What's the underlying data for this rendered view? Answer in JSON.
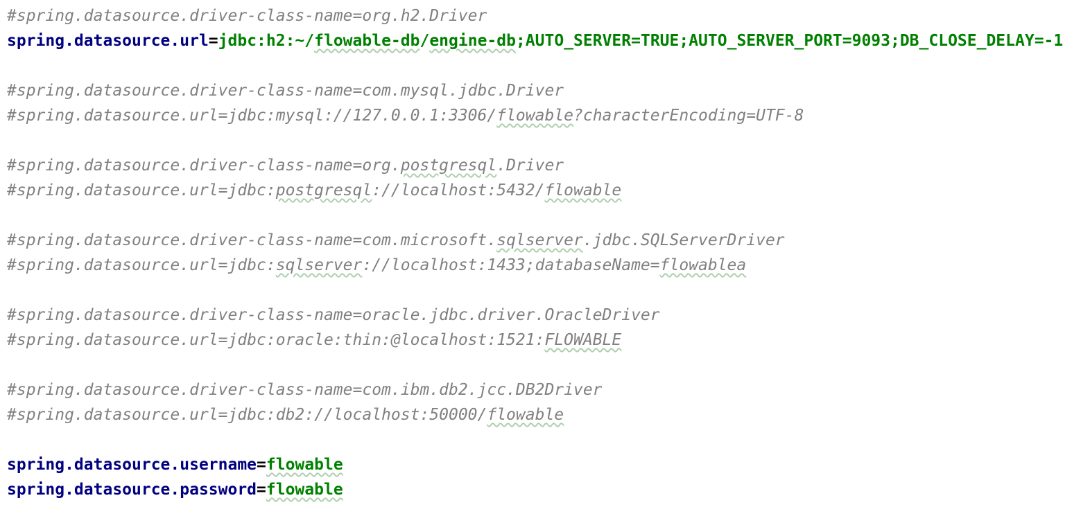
{
  "editor": {
    "file_type": "spring-application-properties",
    "colors": {
      "background": "#ffffff",
      "comment": "#808080",
      "key": "#000080",
      "equals": "#000000",
      "value": "#008000",
      "squiggle": "#aecfae"
    },
    "lines": [
      {
        "segments": [
          {
            "t": "#spring.datasource.driver-class-name=org.h2.Driver",
            "s": "comment"
          }
        ]
      },
      {
        "segments": [
          {
            "t": "spring.datasource.url",
            "s": "key"
          },
          {
            "t": "=",
            "s": "eq"
          },
          {
            "t": "jdbc:h2:~/",
            "s": "value"
          },
          {
            "t": "flowable-db",
            "s": "value",
            "sq": true
          },
          {
            "t": "/",
            "s": "value"
          },
          {
            "t": "engine-db",
            "s": "value",
            "sq": true
          },
          {
            "t": ";AUTO_SERVER=TRUE;AUTO_SERVER_PORT=9093;DB_CLOSE_DELAY=-1",
            "s": "value"
          }
        ]
      },
      {
        "segments": []
      },
      {
        "segments": [
          {
            "t": "#spring.datasource.driver-class-name=com.mysql.jdbc.Driver",
            "s": "comment"
          }
        ]
      },
      {
        "segments": [
          {
            "t": "#spring.datasource.url=jdbc:mysql://127.0.0.1:3306/",
            "s": "comment"
          },
          {
            "t": "flowable",
            "s": "comment",
            "sq": true
          },
          {
            "t": "?characterEncoding=UTF-8",
            "s": "comment"
          }
        ]
      },
      {
        "segments": []
      },
      {
        "segments": [
          {
            "t": "#spring.datasource.driver-class-name=org.",
            "s": "comment"
          },
          {
            "t": "postgresql",
            "s": "comment",
            "sq": true
          },
          {
            "t": ".Driver",
            "s": "comment"
          }
        ]
      },
      {
        "segments": [
          {
            "t": "#spring.datasource.url=jdbc:",
            "s": "comment"
          },
          {
            "t": "postgresql",
            "s": "comment",
            "sq": true
          },
          {
            "t": "://localhost:5432/",
            "s": "comment"
          },
          {
            "t": "flowable",
            "s": "comment",
            "sq": true
          }
        ]
      },
      {
        "segments": []
      },
      {
        "segments": [
          {
            "t": "#spring.datasource.driver-class-name=com.microsoft.",
            "s": "comment"
          },
          {
            "t": "sqlserver",
            "s": "comment",
            "sq": true
          },
          {
            "t": ".jdbc.SQLServerDriver",
            "s": "comment"
          }
        ]
      },
      {
        "segments": [
          {
            "t": "#spring.datasource.url=jdbc:",
            "s": "comment"
          },
          {
            "t": "sqlserver",
            "s": "comment",
            "sq": true
          },
          {
            "t": "://localhost:1433;databaseName=",
            "s": "comment"
          },
          {
            "t": "flowablea",
            "s": "comment",
            "sq": true
          }
        ]
      },
      {
        "segments": []
      },
      {
        "segments": [
          {
            "t": "#spring.datasource.driver-class-name=oracle.jdbc.driver.OracleDriver",
            "s": "comment"
          }
        ]
      },
      {
        "segments": [
          {
            "t": "#spring.datasource.url=jdbc:oracle:thin:@localhost:1521:",
            "s": "comment"
          },
          {
            "t": "FLOWABLE",
            "s": "comment",
            "sq": true
          }
        ]
      },
      {
        "segments": []
      },
      {
        "segments": [
          {
            "t": "#spring.datasource.driver-class-name=com.ibm.db2.jcc.DB2Driver",
            "s": "comment"
          }
        ]
      },
      {
        "segments": [
          {
            "t": "#spring.datasource.url=jdbc:db2://localhost:50000/",
            "s": "comment"
          },
          {
            "t": "flowable",
            "s": "comment",
            "sq": true
          }
        ]
      },
      {
        "segments": []
      },
      {
        "segments": [
          {
            "t": "spring.datasource.username",
            "s": "key"
          },
          {
            "t": "=",
            "s": "eq"
          },
          {
            "t": "flowable",
            "s": "value",
            "sq": true
          }
        ]
      },
      {
        "segments": [
          {
            "t": "spring.datasource.password",
            "s": "key"
          },
          {
            "t": "=",
            "s": "eq"
          },
          {
            "t": "flowable",
            "s": "value",
            "sq": true
          }
        ]
      }
    ]
  }
}
